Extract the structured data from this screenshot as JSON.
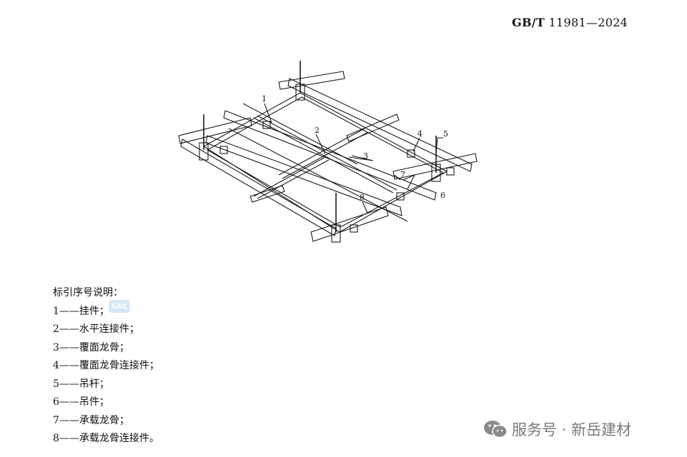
{
  "header": {
    "std_prefix": "GB/T",
    "std_number": "11981—2024"
  },
  "figure": {
    "callouts": [
      "1",
      "2",
      "3",
      "4",
      "5",
      "6",
      "7",
      "8"
    ]
  },
  "legend": {
    "title": "标引序号说明：",
    "items": [
      "1——挂件；",
      "2——水平连接件；",
      "3——覆面龙骨；",
      "4——覆面龙骨连接件；",
      "5——吊杆；",
      "6——吊件；",
      "7——承载龙骨；",
      "8——承载龙骨连接件。"
    ]
  },
  "watermark": {
    "text": "SAC"
  },
  "footer": {
    "wechat_icon": "wechat-icon",
    "account_label": "服务号 · 新岳建材"
  }
}
